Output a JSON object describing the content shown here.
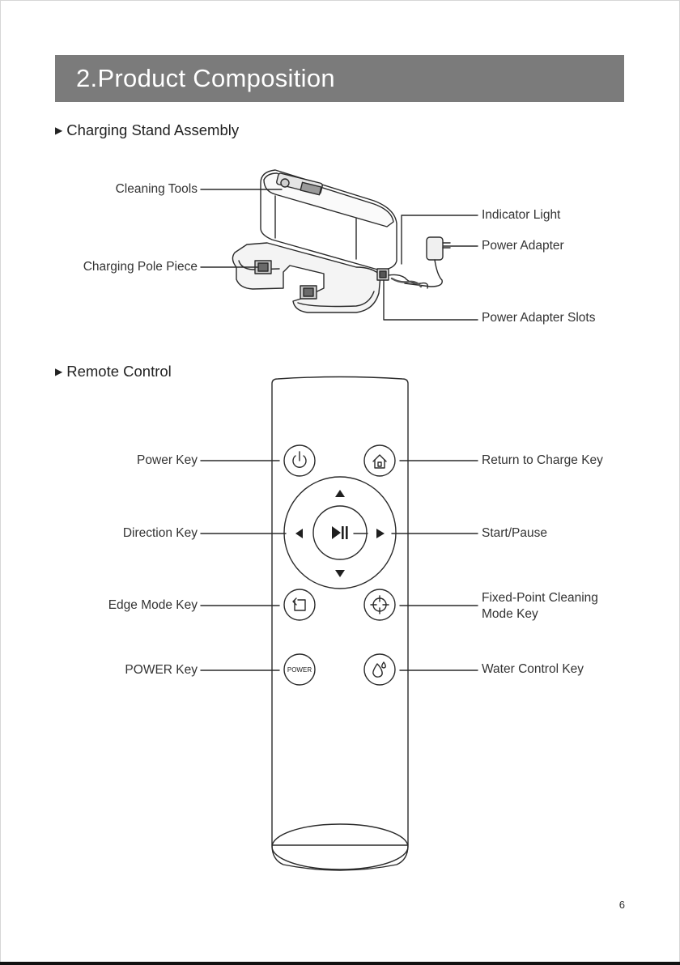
{
  "page": {
    "title": "2.Product Composition",
    "number": "6"
  },
  "sections": {
    "stand": {
      "heading": "Charging Stand Assembly",
      "labels": {
        "cleaning_tools": "Cleaning Tools",
        "charging_pole": "Charging Pole Piece",
        "indicator_light": "Indicator Light",
        "power_adapter": "Power Adapter",
        "adapter_slots": "Power Adapter Slots"
      }
    },
    "remote": {
      "heading": "Remote Control",
      "labels": {
        "power_key": "Power Key",
        "direction_key": "Direction Key",
        "edge_mode_key": "Edge Mode Key",
        "power_upper_key": "POWER Key",
        "return_key": "Return to Charge Key",
        "start_pause": "Start/Pause",
        "fixed_point": "Fixed-Point Cleaning Mode Key",
        "water_control": "Water Control Key"
      },
      "button_text": {
        "power_button": "POWER"
      }
    }
  },
  "icons": [
    "triangle-bullet-icon",
    "power-icon",
    "home-icon",
    "arrow-up-icon",
    "arrow-down-icon",
    "arrow-left-icon",
    "arrow-right-icon",
    "play-pause-icon",
    "edge-mode-icon",
    "crosshair-icon",
    "water-drop-icon"
  ],
  "colors": {
    "title_bar": "#7b7b7b",
    "title_text": "#ffffff",
    "text": "#333333"
  }
}
